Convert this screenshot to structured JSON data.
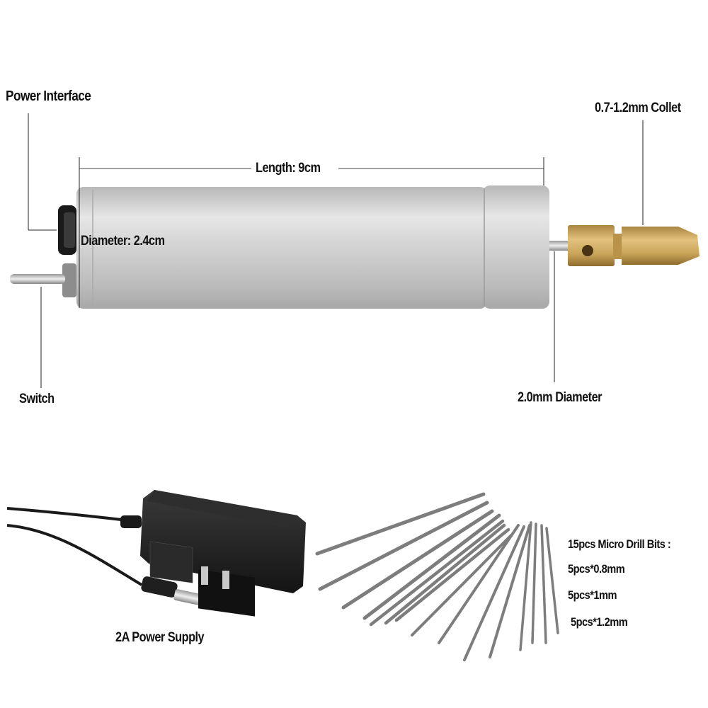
{
  "labels": {
    "power_interface": "Power Interface",
    "collet": "0.7-1.2mm Collet",
    "length": "Length: 9cm",
    "diameter": "Diameter: 2.4cm",
    "switch": "Switch",
    "shaft_diameter": "2.0mm Diameter",
    "power_supply": "2A Power Supply",
    "bits_title": "15pcs Micro Drill Bits :",
    "bits_08": "5pcs*0.8mm",
    "bits_1": "5pcs*1mm",
    "bits_12": "5pcs*1.2mm"
  },
  "colors": {
    "background": "#ffffff",
    "drill_body": "#c9c9c9",
    "brass": "#c9a55a",
    "adapter": "#1e1e1e",
    "bits": "#8a8a8a"
  }
}
